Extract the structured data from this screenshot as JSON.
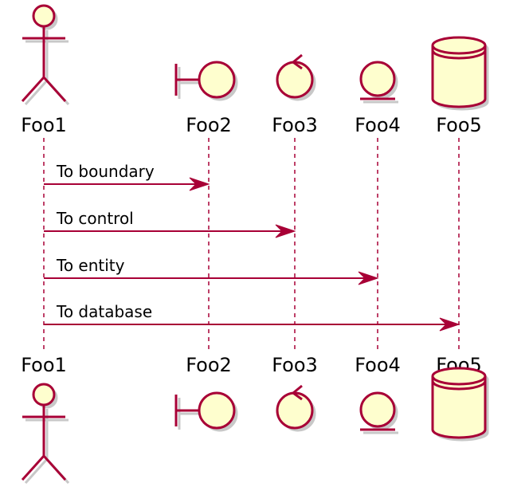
{
  "diagram": {
    "type": "sequence",
    "participants": [
      {
        "id": "Foo1",
        "label": "Foo1",
        "shape": "actor"
      },
      {
        "id": "Foo2",
        "label": "Foo2",
        "shape": "boundary"
      },
      {
        "id": "Foo3",
        "label": "Foo3",
        "shape": "control"
      },
      {
        "id": "Foo4",
        "label": "Foo4",
        "shape": "entity"
      },
      {
        "id": "Foo5",
        "label": "Foo5",
        "shape": "database"
      }
    ],
    "messages": [
      {
        "from": "Foo1",
        "to": "Foo2",
        "label": "To boundary"
      },
      {
        "from": "Foo1",
        "to": "Foo3",
        "label": "To control"
      },
      {
        "from": "Foo1",
        "to": "Foo4",
        "label": "To entity"
      },
      {
        "from": "Foo1",
        "to": "Foo5",
        "label": "To database"
      }
    ]
  },
  "colors": {
    "line": "#a80036",
    "fill": "#fefece",
    "shadow": "#c8c8c8",
    "text": "#000000"
  }
}
